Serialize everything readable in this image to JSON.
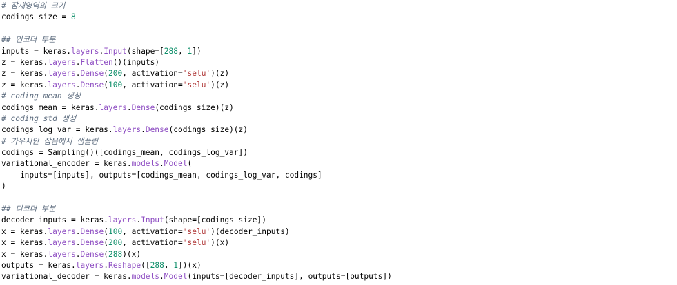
{
  "code_lines": [
    [
      {
        "t": "# 잠재영역의 크기",
        "c": "comment"
      }
    ],
    [
      {
        "t": "codings_size = ",
        "c": "plain"
      },
      {
        "t": "8",
        "c": "num"
      }
    ],
    [],
    [
      {
        "t": "## 인코더 부분",
        "c": "comment"
      }
    ],
    [
      {
        "t": "inputs = keras.",
        "c": "plain"
      },
      {
        "t": "layers",
        "c": "attr"
      },
      {
        "t": ".",
        "c": "plain"
      },
      {
        "t": "Input",
        "c": "attr"
      },
      {
        "t": "(shape=[",
        "c": "plain"
      },
      {
        "t": "288",
        "c": "num"
      },
      {
        "t": ", ",
        "c": "plain"
      },
      {
        "t": "1",
        "c": "num"
      },
      {
        "t": "])",
        "c": "plain"
      }
    ],
    [
      {
        "t": "z = keras.",
        "c": "plain"
      },
      {
        "t": "layers",
        "c": "attr"
      },
      {
        "t": ".",
        "c": "plain"
      },
      {
        "t": "Flatten",
        "c": "attr"
      },
      {
        "t": "()(inputs)",
        "c": "plain"
      }
    ],
    [
      {
        "t": "z = keras.",
        "c": "plain"
      },
      {
        "t": "layers",
        "c": "attr"
      },
      {
        "t": ".",
        "c": "plain"
      },
      {
        "t": "Dense",
        "c": "attr"
      },
      {
        "t": "(",
        "c": "plain"
      },
      {
        "t": "200",
        "c": "num"
      },
      {
        "t": ", activation=",
        "c": "plain"
      },
      {
        "t": "'selu'",
        "c": "str"
      },
      {
        "t": ")(z)",
        "c": "plain"
      }
    ],
    [
      {
        "t": "z = keras.",
        "c": "plain"
      },
      {
        "t": "layers",
        "c": "attr"
      },
      {
        "t": ".",
        "c": "plain"
      },
      {
        "t": "Dense",
        "c": "attr"
      },
      {
        "t": "(",
        "c": "plain"
      },
      {
        "t": "100",
        "c": "num"
      },
      {
        "t": ", activation=",
        "c": "plain"
      },
      {
        "t": "'selu'",
        "c": "str"
      },
      {
        "t": ")(z)",
        "c": "plain"
      }
    ],
    [
      {
        "t": "# coding mean 생성",
        "c": "comment"
      }
    ],
    [
      {
        "t": "codings_mean = keras.",
        "c": "plain"
      },
      {
        "t": "layers",
        "c": "attr"
      },
      {
        "t": ".",
        "c": "plain"
      },
      {
        "t": "Dense",
        "c": "attr"
      },
      {
        "t": "(codings_size)(z)",
        "c": "plain"
      }
    ],
    [
      {
        "t": "# coding std 생성",
        "c": "comment"
      }
    ],
    [
      {
        "t": "codings_log_var = keras.",
        "c": "plain"
      },
      {
        "t": "layers",
        "c": "attr"
      },
      {
        "t": ".",
        "c": "plain"
      },
      {
        "t": "Dense",
        "c": "attr"
      },
      {
        "t": "(codings_size)(z)",
        "c": "plain"
      }
    ],
    [
      {
        "t": "# 가우시안 잡음에서 샘플링",
        "c": "comment"
      }
    ],
    [
      {
        "t": "codings = Sampling()([codings_mean, codings_log_var])",
        "c": "plain"
      }
    ],
    [
      {
        "t": "variational_encoder = keras.",
        "c": "plain"
      },
      {
        "t": "models",
        "c": "attr"
      },
      {
        "t": ".",
        "c": "plain"
      },
      {
        "t": "Model",
        "c": "attr"
      },
      {
        "t": "(",
        "c": "plain"
      }
    ],
    [
      {
        "t": "    inputs=[inputs], outputs=[codings_mean, codings_log_var, codings]",
        "c": "plain"
      }
    ],
    [
      {
        "t": ")",
        "c": "plain"
      }
    ],
    [],
    [
      {
        "t": "## 디코더 부분",
        "c": "comment"
      }
    ],
    [
      {
        "t": "decoder_inputs = keras.",
        "c": "plain"
      },
      {
        "t": "layers",
        "c": "attr"
      },
      {
        "t": ".",
        "c": "plain"
      },
      {
        "t": "Input",
        "c": "attr"
      },
      {
        "t": "(shape=[codings_size])",
        "c": "plain"
      }
    ],
    [
      {
        "t": "x = keras.",
        "c": "plain"
      },
      {
        "t": "layers",
        "c": "attr"
      },
      {
        "t": ".",
        "c": "plain"
      },
      {
        "t": "Dense",
        "c": "attr"
      },
      {
        "t": "(",
        "c": "plain"
      },
      {
        "t": "100",
        "c": "num"
      },
      {
        "t": ", activation=",
        "c": "plain"
      },
      {
        "t": "'selu'",
        "c": "str"
      },
      {
        "t": ")(decoder_inputs)",
        "c": "plain"
      }
    ],
    [
      {
        "t": "x = keras.",
        "c": "plain"
      },
      {
        "t": "layers",
        "c": "attr"
      },
      {
        "t": ".",
        "c": "plain"
      },
      {
        "t": "Dense",
        "c": "attr"
      },
      {
        "t": "(",
        "c": "plain"
      },
      {
        "t": "200",
        "c": "num"
      },
      {
        "t": ", activation=",
        "c": "plain"
      },
      {
        "t": "'selu'",
        "c": "str"
      },
      {
        "t": ")(x)",
        "c": "plain"
      }
    ],
    [
      {
        "t": "x = keras.",
        "c": "plain"
      },
      {
        "t": "layers",
        "c": "attr"
      },
      {
        "t": ".",
        "c": "plain"
      },
      {
        "t": "Dense",
        "c": "attr"
      },
      {
        "t": "(",
        "c": "plain"
      },
      {
        "t": "288",
        "c": "num"
      },
      {
        "t": ")(x)",
        "c": "plain"
      }
    ],
    [
      {
        "t": "outputs = keras.",
        "c": "plain"
      },
      {
        "t": "layers",
        "c": "attr"
      },
      {
        "t": ".",
        "c": "plain"
      },
      {
        "t": "Reshape",
        "c": "attr"
      },
      {
        "t": "([",
        "c": "plain"
      },
      {
        "t": "288",
        "c": "num"
      },
      {
        "t": ", ",
        "c": "plain"
      },
      {
        "t": "1",
        "c": "num"
      },
      {
        "t": "])(x)",
        "c": "plain"
      }
    ],
    [
      {
        "t": "variational_decoder = keras.",
        "c": "plain"
      },
      {
        "t": "models",
        "c": "attr"
      },
      {
        "t": ".",
        "c": "plain"
      },
      {
        "t": "Model",
        "c": "attr"
      },
      {
        "t": "(inputs=[decoder_inputs], outputs=[outputs])",
        "c": "plain"
      }
    ]
  ],
  "colors": {
    "background": "#ffffff",
    "text": "#000000",
    "comment": "#5f6e80",
    "attribute": "#8f4fc3",
    "number": "#0f8f6a",
    "string": "#b13b3b"
  }
}
